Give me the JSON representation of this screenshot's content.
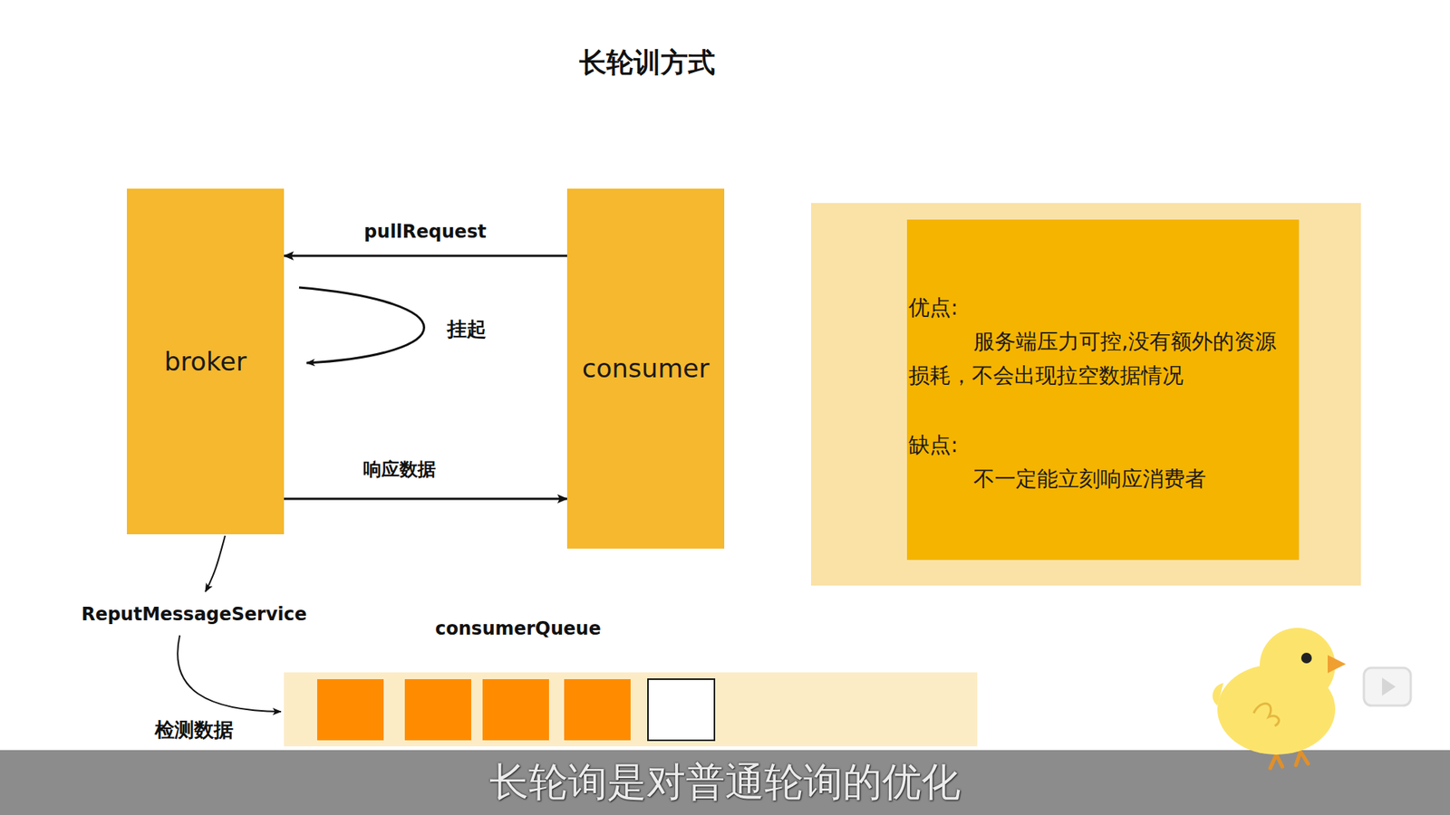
{
  "diagram": {
    "title": "长轮训方式",
    "caption": "长轮询是对普通轮询的优化",
    "nodes": [
      {
        "text": [
          "broker"
        ]
      },
      {
        "text": [
          "consumer"
        ]
      },
      {
        "text": [
          "优点:",
          "服务端压力可控,没有额外的资源损耗，不会出现拉空数据情况",
          "缺点:",
          "不一定能立刻响应消费者"
        ]
      }
    ],
    "edges": [
      {
        "from": 1,
        "to": 0,
        "arrow": "to",
        "label": "pullRequest"
      },
      {
        "from": 0,
        "to": 1,
        "arrow": "to",
        "label": "响应数据"
      }
    ],
    "labels": [
      "挂起",
      "ReputMessageService",
      "consumerQueue",
      "检测数据"
    ]
  }
}
